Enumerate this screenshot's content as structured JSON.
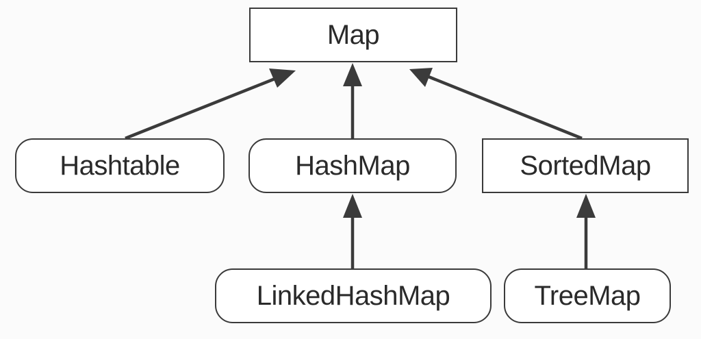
{
  "diagram": {
    "colors": {
      "node_border": "#3a3a3a",
      "arrow": "#3b3b3b",
      "text": "#2a2a2a",
      "background": "#fbfbfb"
    },
    "nodes": {
      "map": {
        "label": "Map",
        "shape": "rectangle"
      },
      "hashtable": {
        "label": "Hashtable",
        "shape": "rounded"
      },
      "hashmap": {
        "label": "HashMap",
        "shape": "rounded"
      },
      "sortedmap": {
        "label": "SortedMap",
        "shape": "rectangle"
      },
      "linkedhashmap": {
        "label": "LinkedHashMap",
        "shape": "rounded"
      },
      "treemap": {
        "label": "TreeMap",
        "shape": "rounded"
      }
    },
    "edges": [
      {
        "from": "Hashtable",
        "to": "Map"
      },
      {
        "from": "HashMap",
        "to": "Map"
      },
      {
        "from": "SortedMap",
        "to": "Map"
      },
      {
        "from": "LinkedHashMap",
        "to": "HashMap"
      },
      {
        "from": "TreeMap",
        "to": "SortedMap"
      }
    ]
  }
}
